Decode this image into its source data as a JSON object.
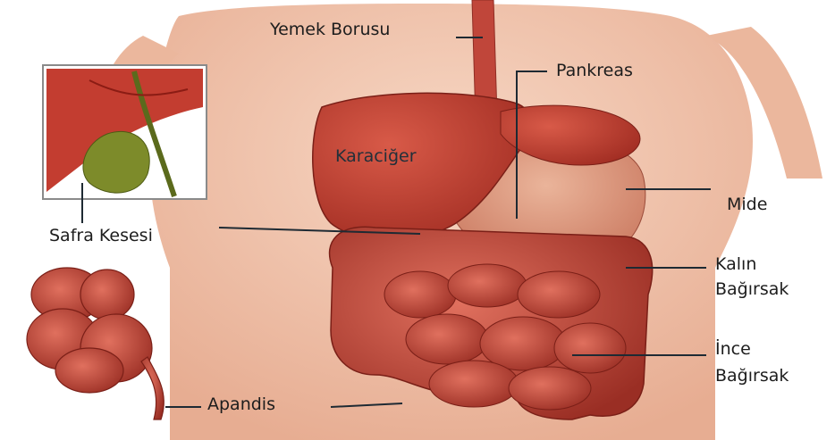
{
  "labels": {
    "esophagus": "Yemek Borusu",
    "pancreas": "Pankreas",
    "liver": "Karaciğer",
    "gallbladder": "Safra Kesesi",
    "stomach": "Mide",
    "large_intestine_1": "Kalın",
    "large_intestine_2": "Bağırsak",
    "small_intestine_1": "İnce",
    "small_intestine_2": "Bağırsak",
    "appendix": "Apandis"
  },
  "colors": {
    "skin": "#f2c6ad",
    "liver": "#c0392b",
    "intestine": "#b8362a",
    "leader_line": "#1e2a33"
  }
}
